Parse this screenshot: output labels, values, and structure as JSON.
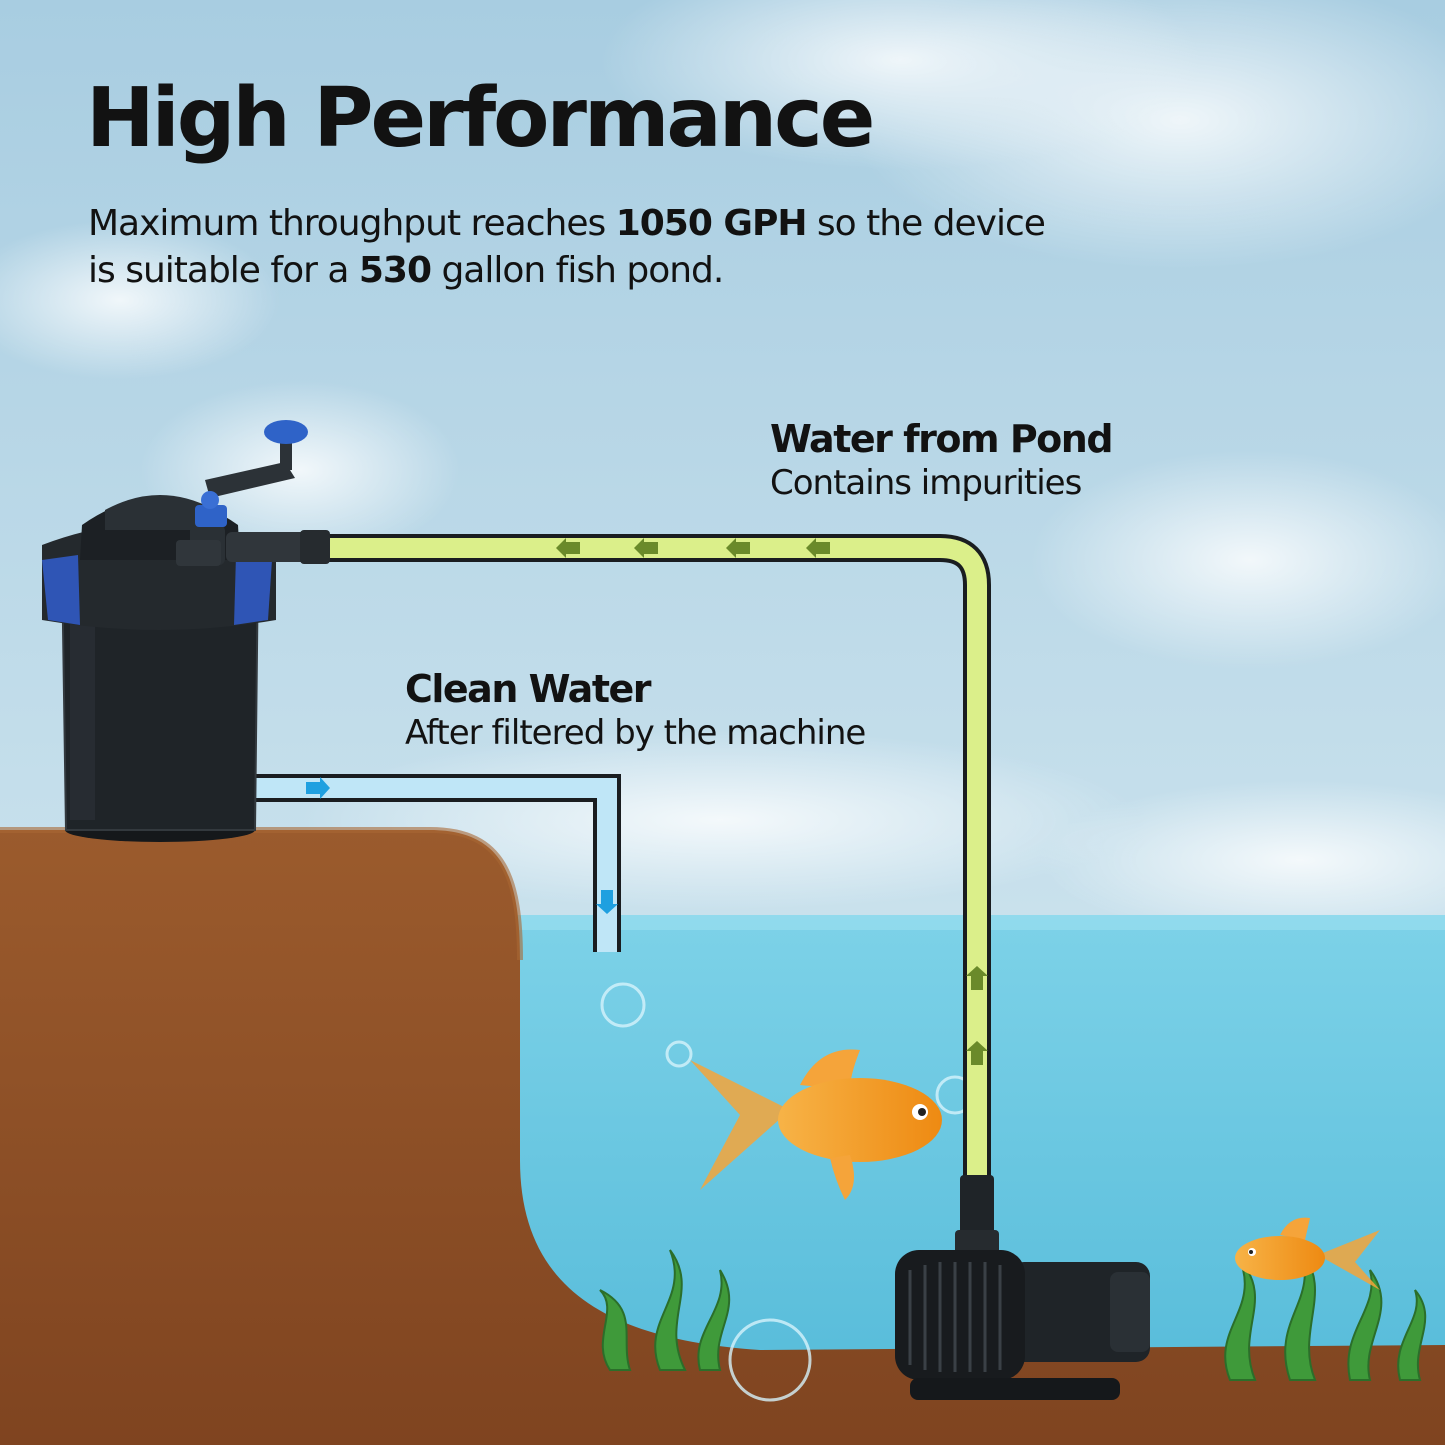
{
  "header": {
    "title": "High Performance",
    "subtitle": {
      "part1": "Maximum throughput reaches ",
      "flow": "1050 GPH",
      "part2": " so the device is suitable for a ",
      "volume": "530",
      "part3": " gallon fish pond."
    }
  },
  "labels": {
    "pond_title": "Water from Pond",
    "pond_sub": "Contains impurities",
    "clean_title": "Clean Water",
    "clean_sub": "After filtered by the machine"
  },
  "colors": {
    "sky_top": "#a9cfe3",
    "sky_bottom": "#dcebf2",
    "water": "#6cc9e2",
    "water_deep": "#4fb6d6",
    "soil": "#8a4b22",
    "soil_top": "#9a5a2c",
    "dirty_pipe": "#dbef8a",
    "dirty_arrow": "#6a8a2a",
    "clean_pipe": "#bfe6f7",
    "clean_arrow": "#1fa0e0",
    "filter_body": "#1f2428",
    "filter_accent": "#2f55b5",
    "fish": "#f59a1c",
    "plants": "#3f9a3a"
  },
  "icons": [
    "pond-filter-icon",
    "submersible-pump-icon",
    "goldfish-icon",
    "seaweed-icon",
    "bubble-icon",
    "flow-arrow-icon"
  ]
}
